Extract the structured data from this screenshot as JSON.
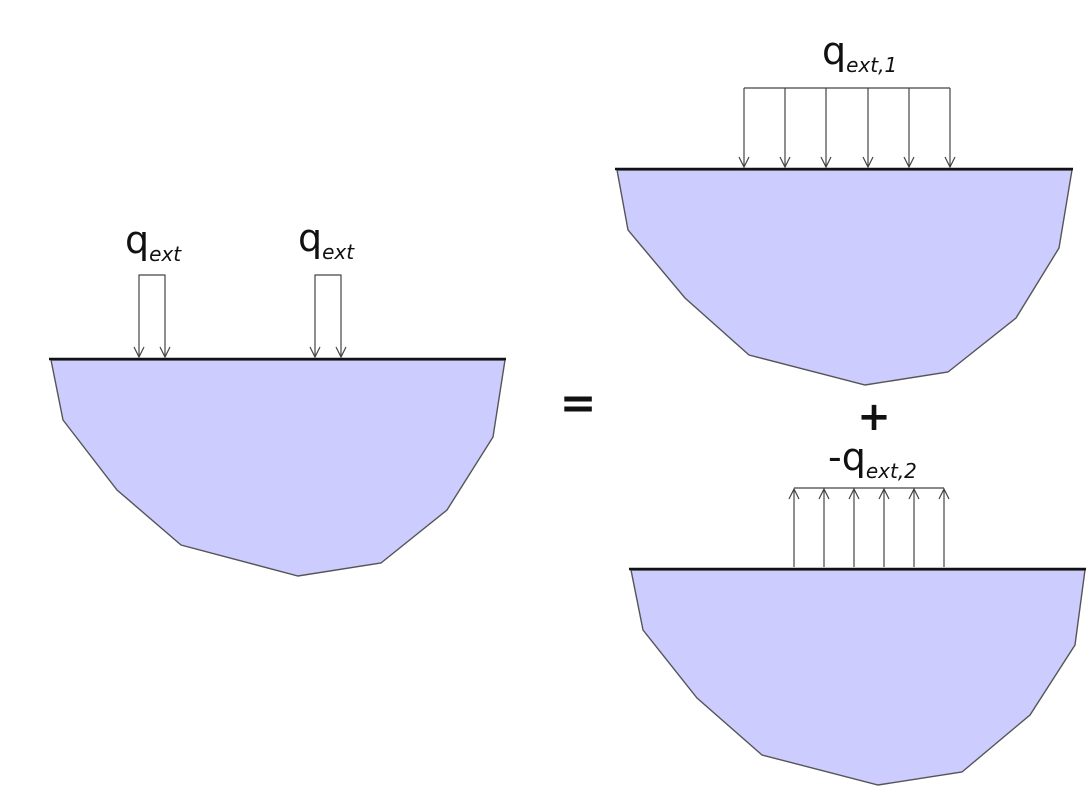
{
  "left_panel": {
    "load_label_a": {
      "symbol": "q",
      "subscript": "ext"
    },
    "load_label_b": {
      "symbol": "q",
      "subscript": "ext"
    }
  },
  "equals_sign": "=",
  "plus_sign": "+",
  "top_right_panel": {
    "load_label": {
      "symbol": "q",
      "subscript": "ext,1"
    }
  },
  "bottom_right_panel": {
    "load_label": {
      "prefix": "-",
      "symbol": "q",
      "subscript": "ext,2"
    }
  },
  "colors": {
    "soil_fill": "#ccccff",
    "soil_outline": "#555555",
    "surface_line": "#111111",
    "arrow": "#444444"
  }
}
